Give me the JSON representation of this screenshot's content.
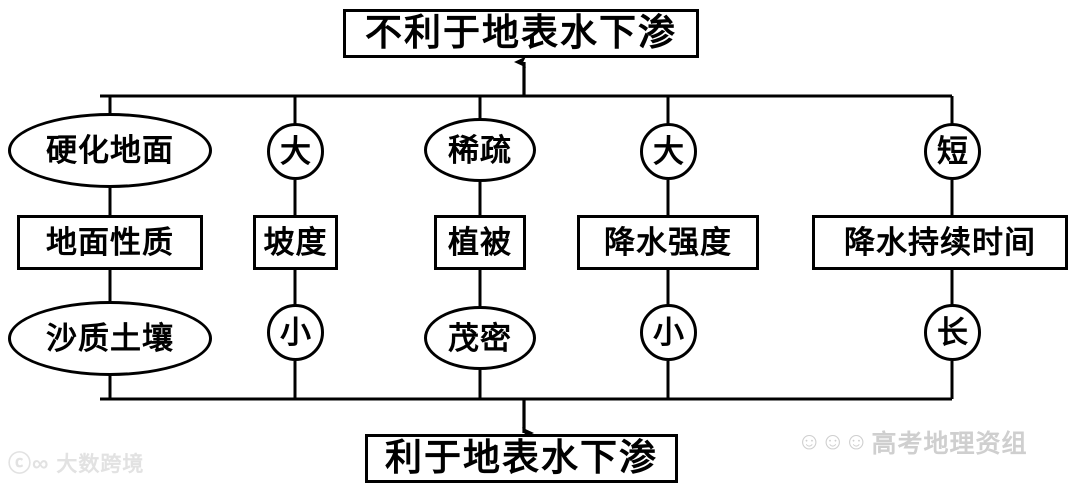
{
  "diagram": {
    "title_top": "不利于地表水下渗",
    "title_bottom": "利于地表水下渗",
    "columns": [
      {
        "factor": "地面性质",
        "top_value": "硬化地面",
        "bottom_value": "沙质土壤",
        "top_shape": "ellipse",
        "bottom_shape": "ellipse"
      },
      {
        "factor": "坡度",
        "top_value": "大",
        "bottom_value": "小",
        "top_shape": "circle",
        "bottom_shape": "circle"
      },
      {
        "factor": "植被",
        "top_value": "稀疏",
        "bottom_value": "茂密",
        "top_shape": "ellipse",
        "bottom_shape": "ellipse"
      },
      {
        "factor": "降水强度",
        "top_value": "大",
        "bottom_value": "小",
        "top_shape": "circle",
        "bottom_shape": "circle"
      },
      {
        "factor": "降水持续时间",
        "top_value": "短",
        "bottom_value": "长",
        "top_shape": "circle",
        "bottom_shape": "circle"
      }
    ],
    "arrows": {
      "up_label": "arrow-up",
      "down_label": "arrow-down"
    },
    "stroke_color": "#000000",
    "background_color": "#ffffff"
  },
  "watermarks": {
    "left": {
      "mark": "ⓒ∞",
      "text": "大数跨境",
      "color": "#e2e2e2"
    },
    "right": {
      "faces": "☺☺☺",
      "text": "高考地理资组",
      "color": "#cfcfcf"
    }
  }
}
